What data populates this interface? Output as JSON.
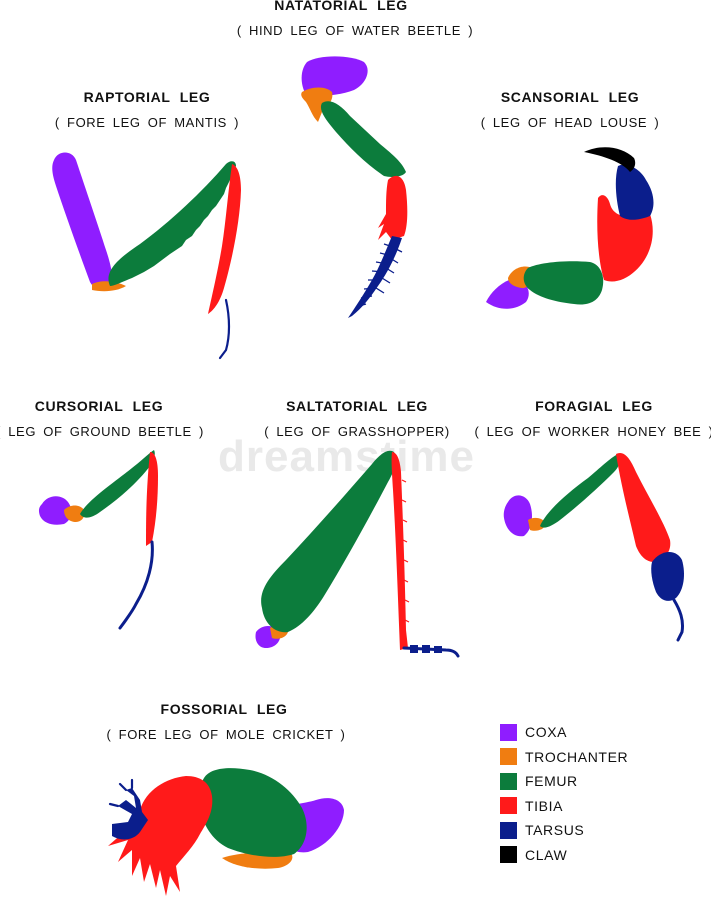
{
  "watermark": "dreamstime",
  "colors": {
    "coxa": "#8f1dff",
    "trochanter": "#f07d11",
    "femur": "#0c7c3c",
    "tibia": "#ff1a1a",
    "tarsus": "#0b1e8c",
    "claw": "#000000"
  },
  "legs": [
    {
      "name": "NATATORIAL  LEG",
      "subtitle": "( HIND LEG OF WATER  BEETLE )"
    },
    {
      "name": "RAPTORIAL  LEG",
      "subtitle": "( FORE LEG OF MANTIS )"
    },
    {
      "name": "SCANSORIAL LEG",
      "subtitle": "( LEG  OF HEAD LOUSE )"
    },
    {
      "name": "CURSORIAL  LEG",
      "subtitle": "( LEG  OF GROUND BEETLE )"
    },
    {
      "name": "SALTATORIAL  LEG",
      "subtitle": "( LEG  OF GRASSHOPPER)"
    },
    {
      "name": "FORAGIAL  LEG",
      "subtitle": "( LEG  OF WORKER HONEY BEE )"
    },
    {
      "name": "FOSSORIAL  LEG",
      "subtitle": "( FORE LEG  OF  MOLE CRICKET )"
    }
  ],
  "legend": [
    {
      "label": "COXA",
      "color": "#8f1dff"
    },
    {
      "label": "TROCHANTER",
      "color": "#f07d11"
    },
    {
      "label": "FEMUR",
      "color": "#0c7c3c"
    },
    {
      "label": "TIBIA",
      "color": "#ff1a1a"
    },
    {
      "label": "TARSUS",
      "color": "#0b1e8c"
    },
    {
      "label": "CLAW",
      "color": "#000000"
    }
  ]
}
